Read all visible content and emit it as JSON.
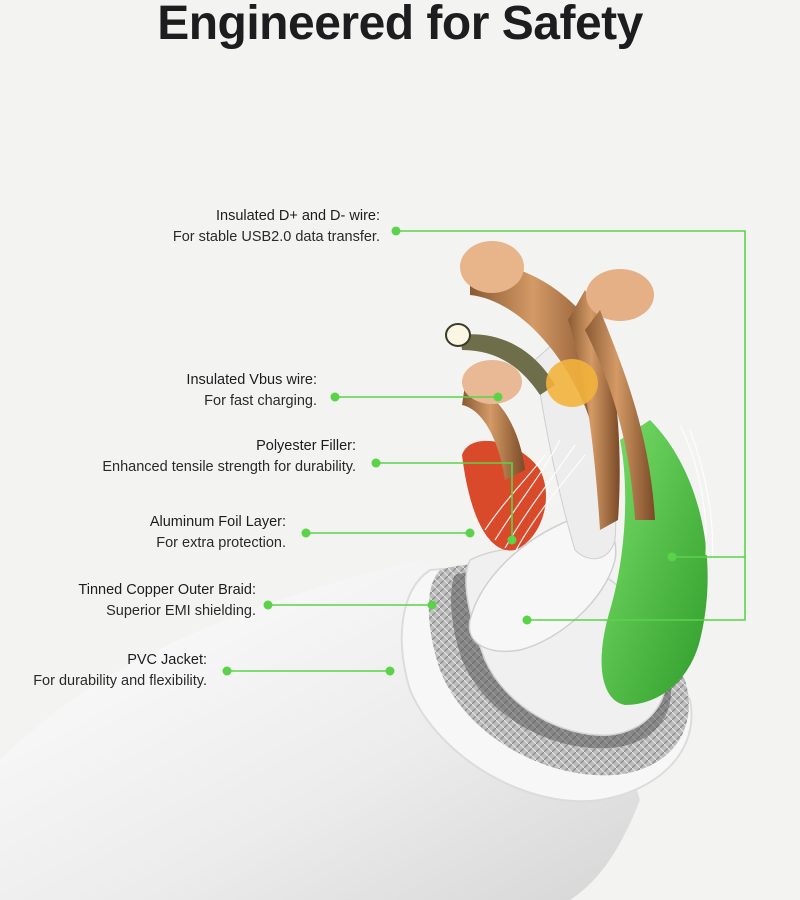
{
  "title": "Engineered for Safety",
  "accent_color": "#5bd349",
  "callouts": [
    {
      "heading": "Insulated D+ and D- wire:",
      "description": "For stable USB2.0 data transfer."
    },
    {
      "heading": "Insulated Vbus wire:",
      "description": "For fast charging."
    },
    {
      "heading": "Polyester Filler:",
      "description": "Enhanced tensile strength for durability."
    },
    {
      "heading": "Aluminum Foil Layer:",
      "description": "For extra protection."
    },
    {
      "heading": "Tinned Copper Outer Braid:",
      "description": "Superior EMI shielding."
    },
    {
      "heading": "PVC Jacket:",
      "description": "For durability and flexibility."
    }
  ]
}
